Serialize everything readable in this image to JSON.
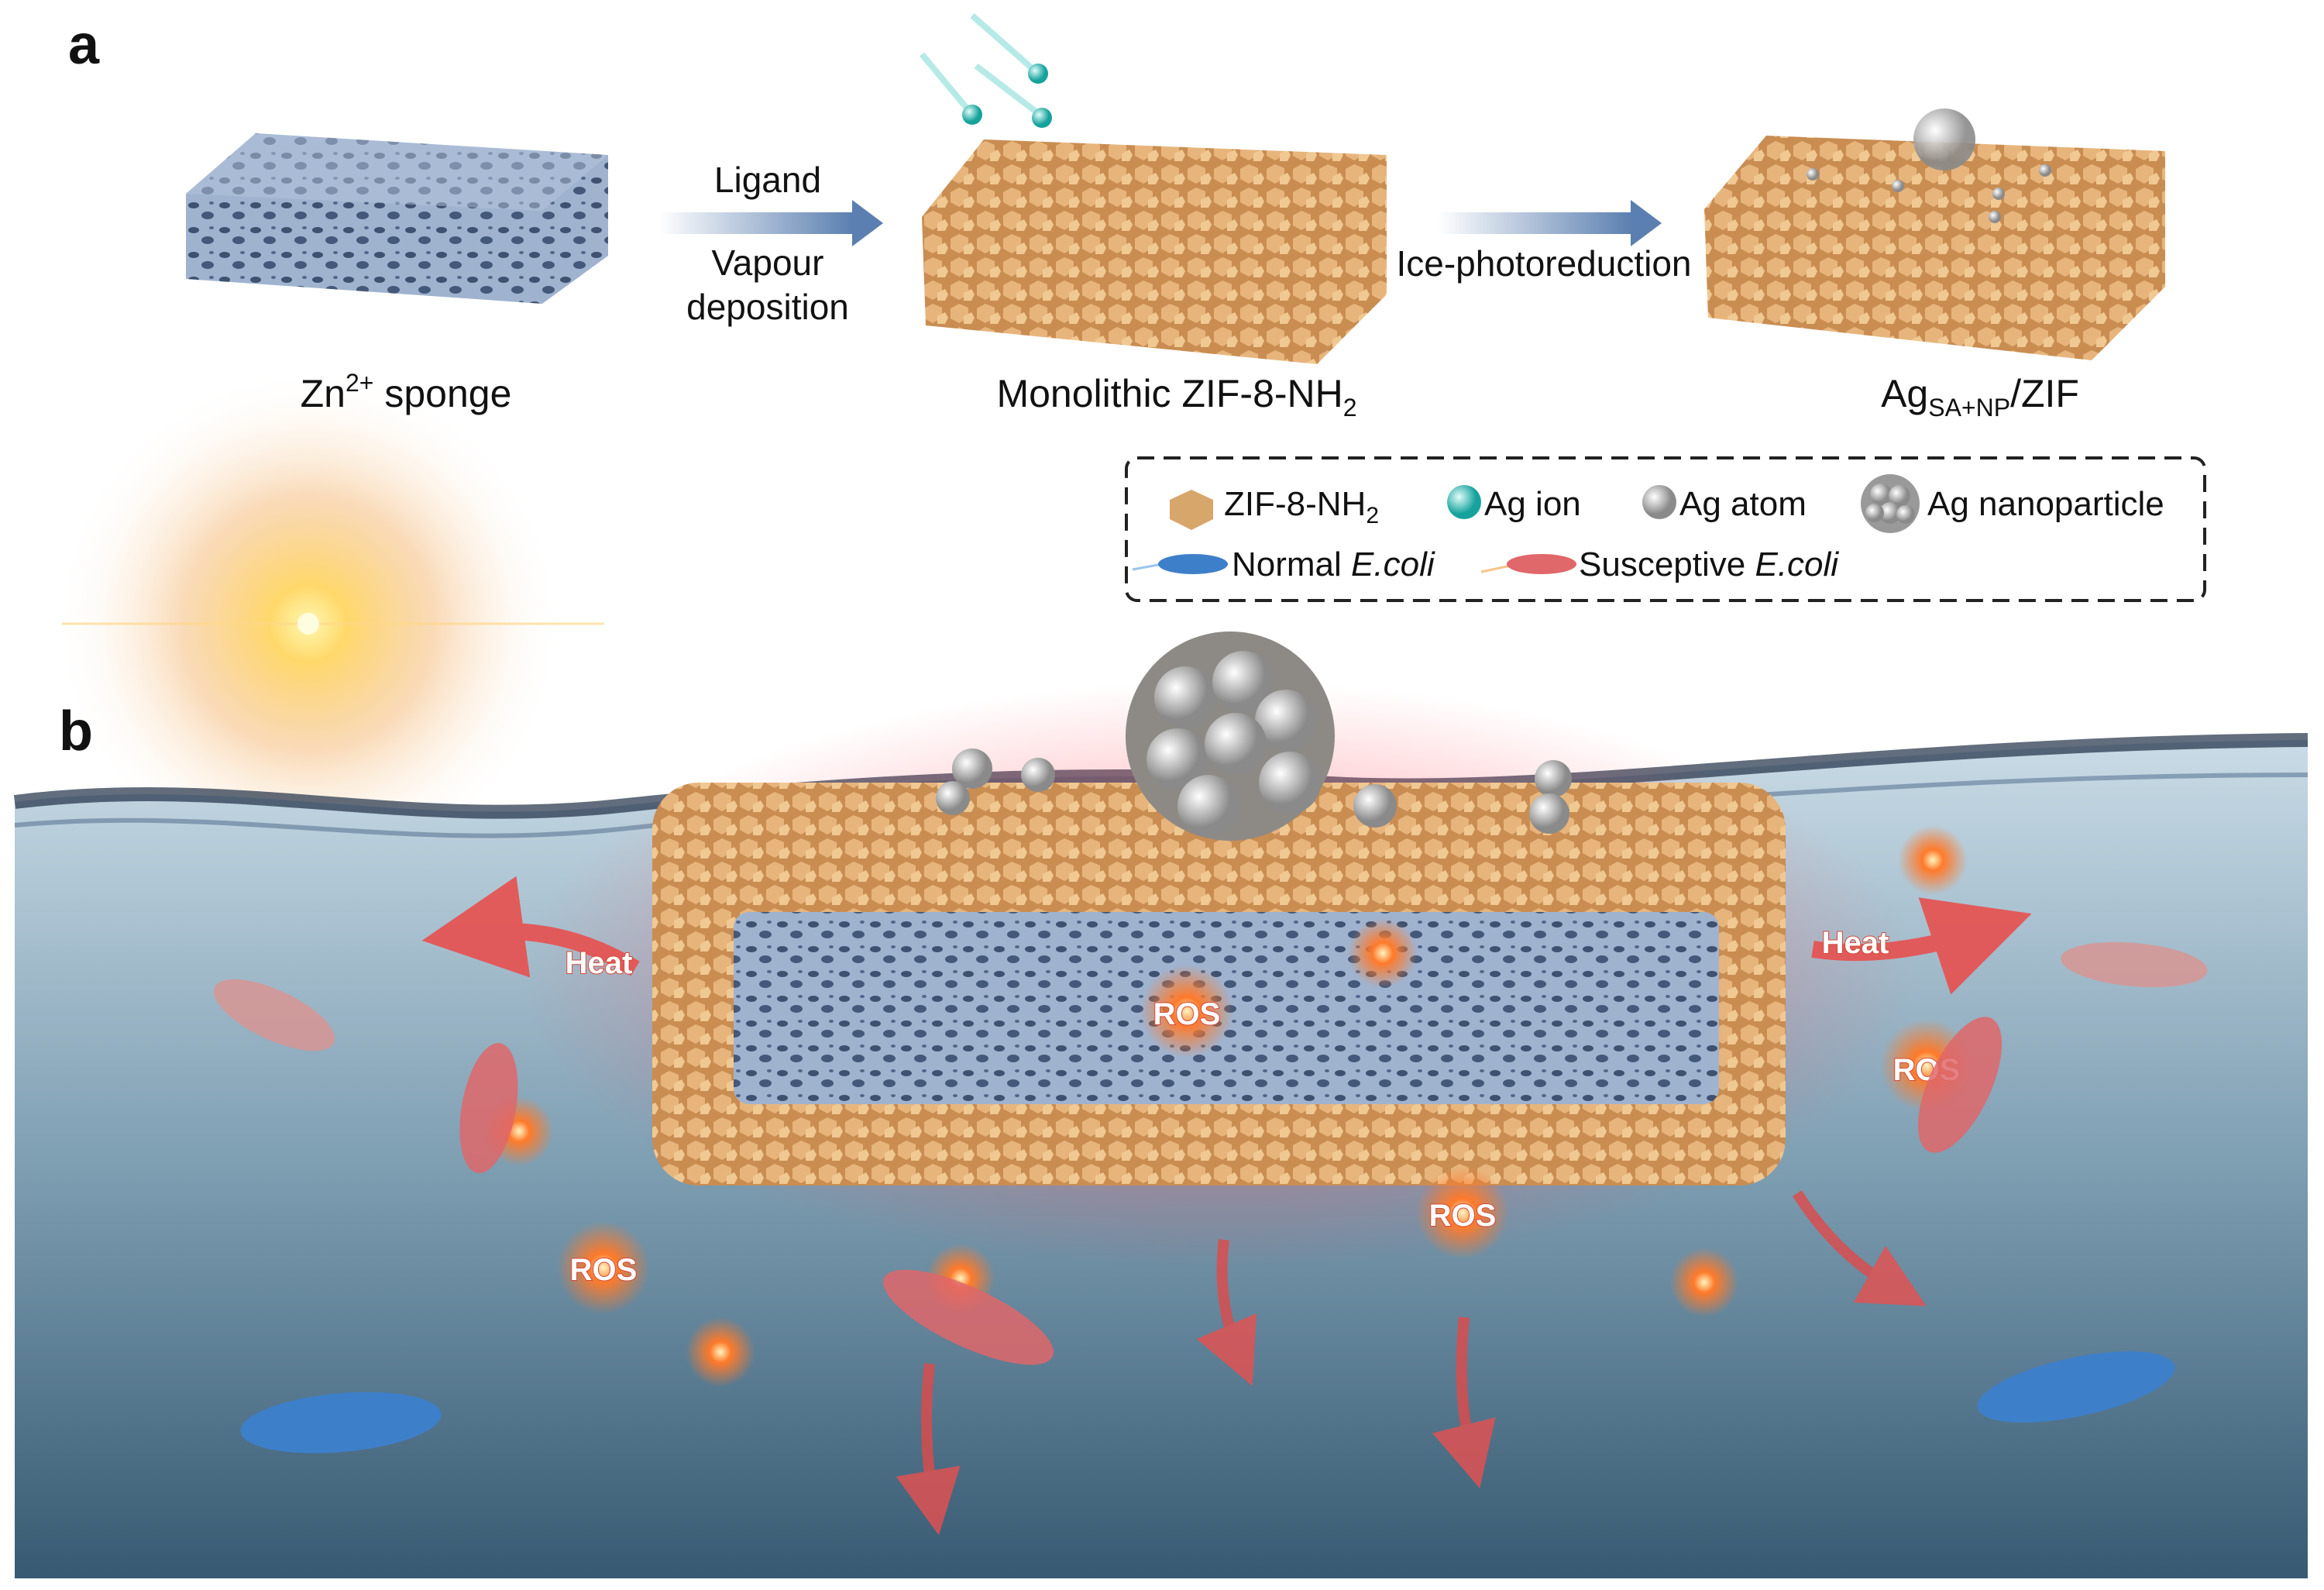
{
  "panels": {
    "a": "a",
    "b": "b"
  },
  "scheme": {
    "step1": {
      "label_main": "Zn",
      "label_sup": "2+",
      "label_rest": " sponge"
    },
    "arrow1": {
      "top": "Ligand",
      "bottom_line1": "Vapour",
      "bottom_line2": "deposition"
    },
    "step2": {
      "label_main": "Monolithic ZIF-8-NH",
      "label_sub": "2"
    },
    "arrow2": {
      "label": "Ice-photoreduction"
    },
    "step3": {
      "label_main": "Ag",
      "label_sub": "SA+NP",
      "label_rest": "/ZIF"
    }
  },
  "legend": {
    "items": [
      {
        "text": "ZIF-8-NH",
        "sub": "2",
        "icon": "zif-crystal-icon"
      },
      {
        "text": "Ag ion",
        "icon": "ag-ion-icon"
      },
      {
        "text": "Ag atom",
        "icon": "ag-atom-icon"
      },
      {
        "text": "Ag nanoparticle",
        "icon": "ag-nanoparticle-icon"
      }
    ],
    "bacteria": [
      {
        "text": "Normal ",
        "italic": "E.coli",
        "icon": "normal-ecoli-icon"
      },
      {
        "text": "Susceptive ",
        "italic": "E.coli",
        "icon": "susceptive-ecoli-icon"
      }
    ]
  },
  "water_scene": {
    "heat_left": "Heat",
    "heat_right": "Heat",
    "ros_labels": [
      "ROS",
      "ROS",
      "ROS",
      "ROS"
    ]
  },
  "colors": {
    "zif": "#d9a86c",
    "sponge": "#8fa6c4",
    "arrow": "#5b7fb0",
    "ag_ion": "#2bb5b0",
    "water_top": "#b9cfdc",
    "water_bottom": "#3f6178",
    "susceptive": "#e0676a",
    "normal": "#3e7fc9",
    "heat": "#e8504f"
  }
}
